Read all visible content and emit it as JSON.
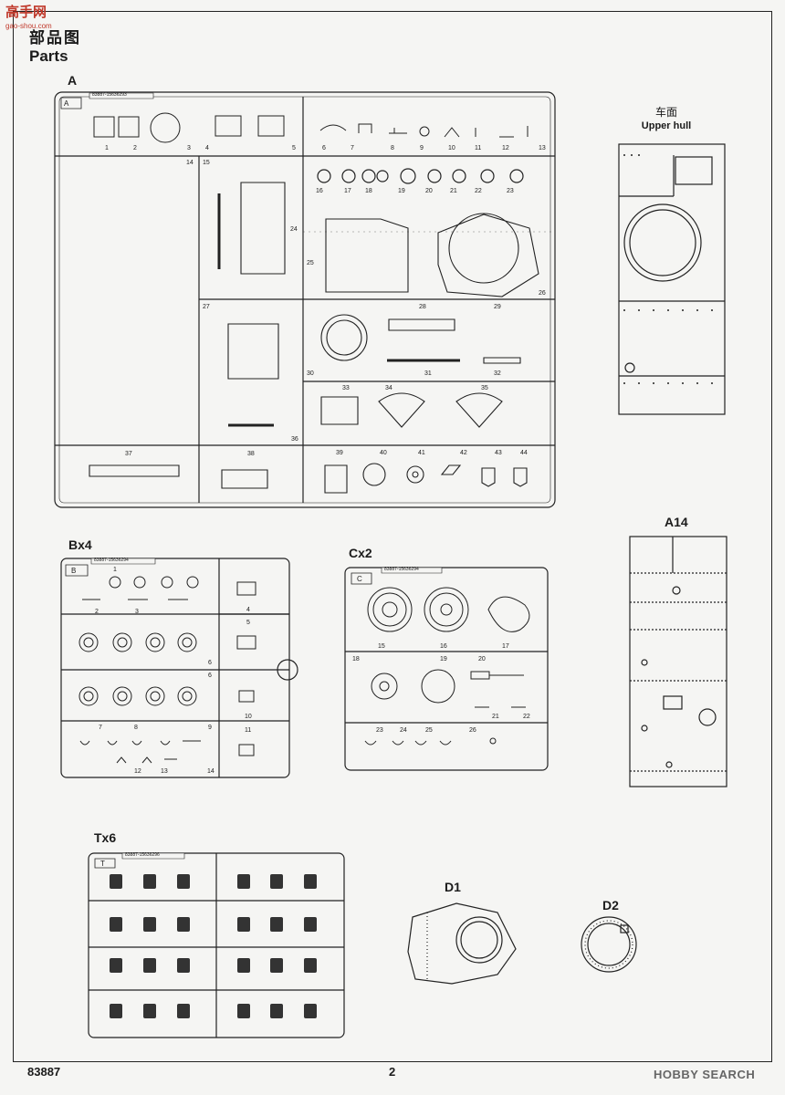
{
  "header": {
    "title_cn": "部品图",
    "title_en": "Parts",
    "logo": "高手网",
    "logo_sub": "gao-shou.com"
  },
  "sprue_a": {
    "label": "A",
    "tag": "A",
    "code": "83887-15636293",
    "numbers": [
      "1",
      "2",
      "3",
      "4",
      "5",
      "6",
      "7",
      "8",
      "9",
      "10",
      "11",
      "12",
      "13",
      "14",
      "15",
      "16",
      "17",
      "18",
      "19",
      "20",
      "21",
      "22",
      "23",
      "24",
      "25",
      "26",
      "27",
      "28",
      "29",
      "30",
      "31",
      "32",
      "33",
      "34",
      "35",
      "36",
      "37",
      "38",
      "39",
      "40",
      "41",
      "42",
      "43",
      "44"
    ]
  },
  "upper_hull": {
    "label_cn": "车面",
    "label_en": "Upper hull"
  },
  "sprue_b": {
    "label": "Bx4",
    "tag": "B",
    "code": "83887-15636294",
    "numbers": [
      "1",
      "2",
      "3",
      "4",
      "5",
      "6",
      "6",
      "7",
      "8",
      "9",
      "10",
      "11",
      "12",
      "13",
      "14"
    ]
  },
  "sprue_c": {
    "label": "Cx2",
    "tag": "C",
    "code": "83887-15636294",
    "numbers": [
      "15",
      "16",
      "17",
      "18",
      "19",
      "20",
      "21",
      "22",
      "23",
      "24",
      "25",
      "26"
    ]
  },
  "a14": {
    "label": "A14"
  },
  "sprue_t": {
    "label": "Tx6",
    "tag": "T",
    "code": "83887-15636296"
  },
  "d1": {
    "label": "D1"
  },
  "d2": {
    "label": "D2"
  },
  "footer": {
    "kit_number": "83887",
    "page_number": "2",
    "brand": "HOBBY SEARCH"
  }
}
